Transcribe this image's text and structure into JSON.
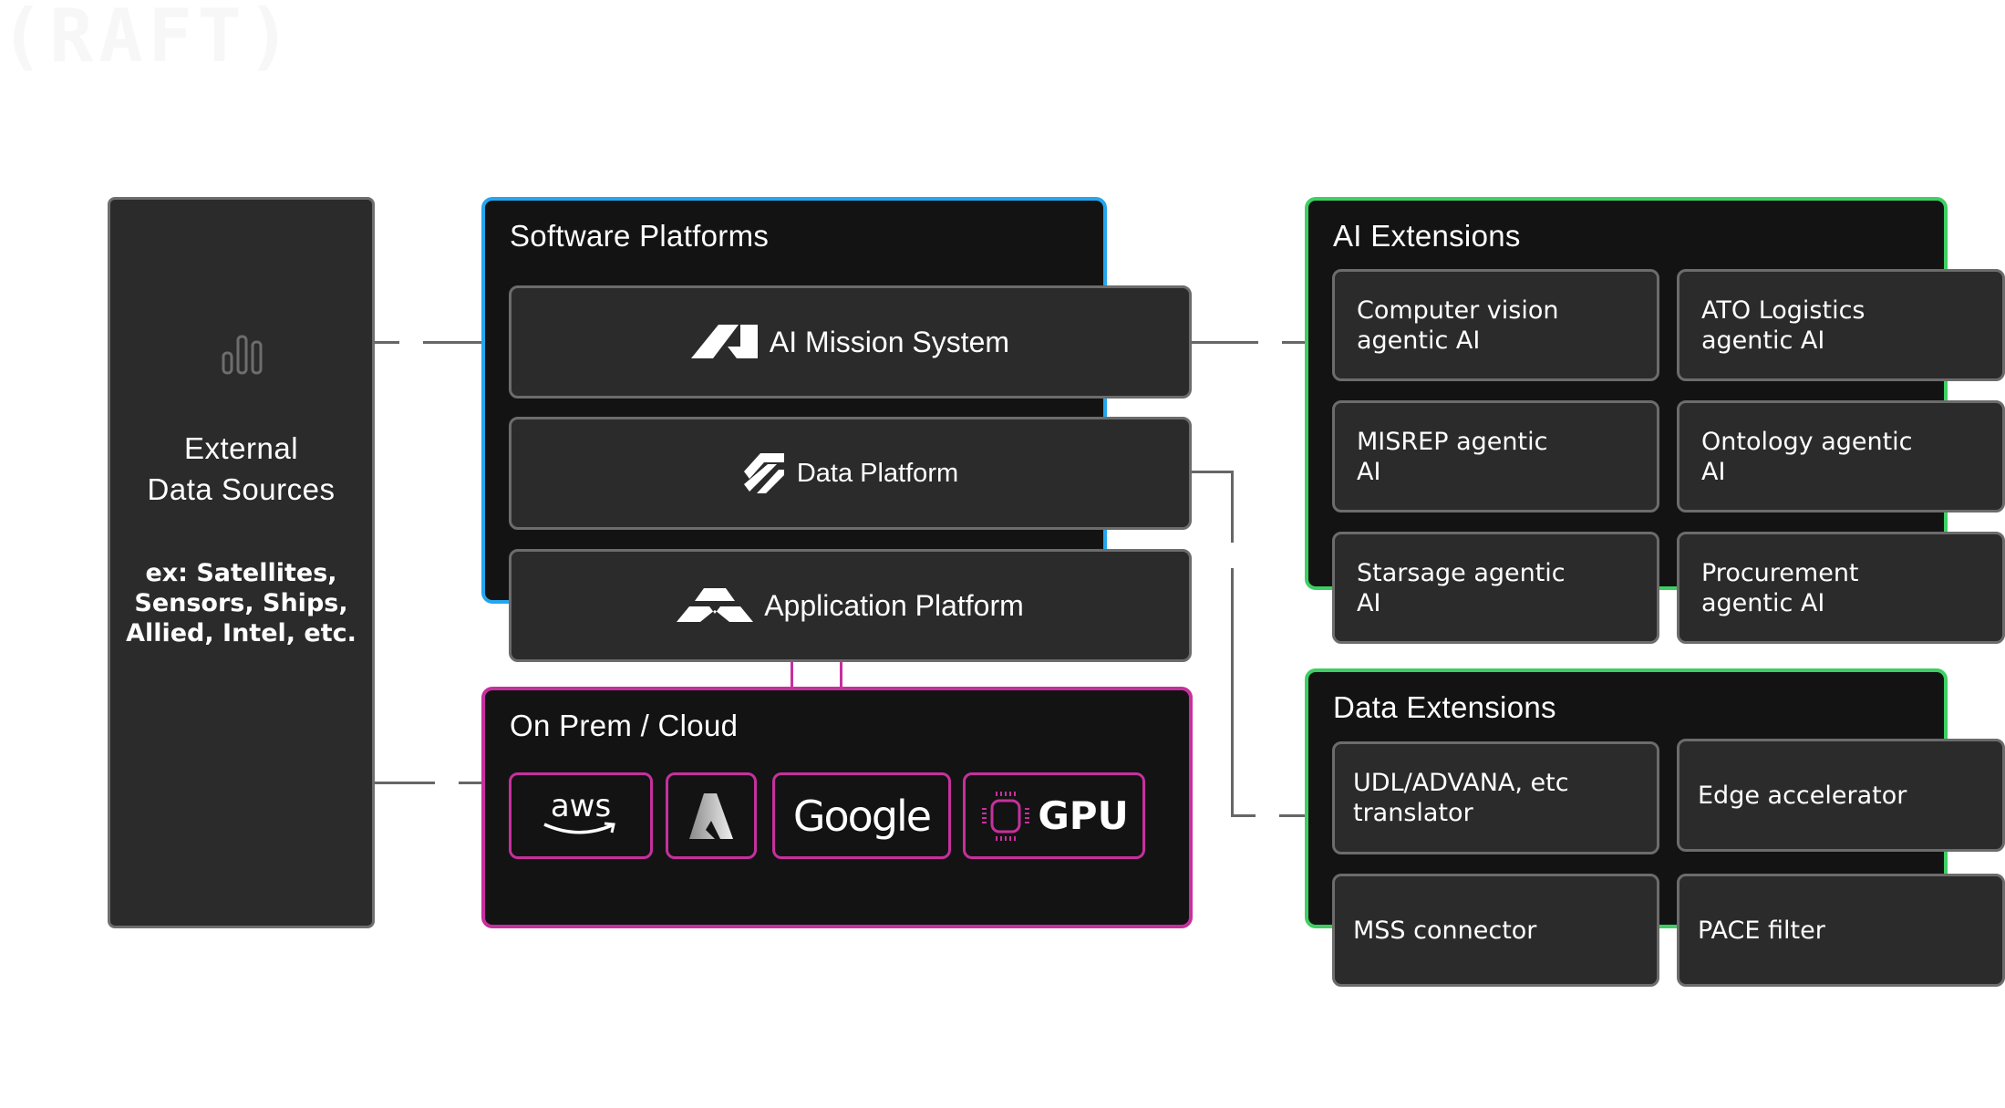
{
  "brand": {
    "logo_text": "(RAFT)"
  },
  "external": {
    "icon": "bar-chart-icon",
    "title_line1": "External",
    "title_line2": "Data Sources",
    "examples_line1": "ex: Satellites,",
    "examples_line2": "Sensors, Ships,",
    "examples_line3": "Allied, Intel, etc."
  },
  "software_platforms": {
    "label": "Software Platforms",
    "border_color": "#24a6ee",
    "items": [
      {
        "label": "AI Mission System",
        "icon": "ai-mission-logo-icon"
      },
      {
        "label": "Data Platform",
        "icon": "data-platform-logo-icon"
      },
      {
        "label": "Application Platform",
        "icon": "application-platform-logo-icon"
      }
    ]
  },
  "on_prem_cloud": {
    "label": "On Prem / Cloud",
    "border_color": "#c6309d",
    "providers": [
      {
        "label": "aws",
        "icon": "aws-logo-icon"
      },
      {
        "label": "",
        "icon": "azure-logo-icon"
      },
      {
        "label": "Google",
        "icon": "google-logo-icon"
      },
      {
        "label": "GPU",
        "icon": "chip-icon"
      }
    ]
  },
  "ai_extensions": {
    "label": "AI Extensions",
    "border_color": "#3ecf63",
    "items": [
      {
        "line1": "Computer vision",
        "line2": "agentic AI"
      },
      {
        "line1": "ATO Logistics",
        "line2": "agentic AI"
      },
      {
        "line1": "MISREP agentic",
        "line2": "AI"
      },
      {
        "line1": "Ontology agentic",
        "line2": "AI"
      },
      {
        "line1": "Starsage agentic",
        "line2": "AI"
      },
      {
        "line1": "Procurement",
        "line2": "agentic AI"
      }
    ]
  },
  "data_extensions": {
    "label": "Data Extensions",
    "border_color": "#3ecf63",
    "items": [
      {
        "line1": "UDL/ADVANA, etc",
        "line2": "translator"
      },
      {
        "line1": "Edge accelerator",
        "line2": ""
      },
      {
        "line1": "MSS connector",
        "line2": ""
      },
      {
        "line1": "PACE filter",
        "line2": ""
      }
    ]
  }
}
